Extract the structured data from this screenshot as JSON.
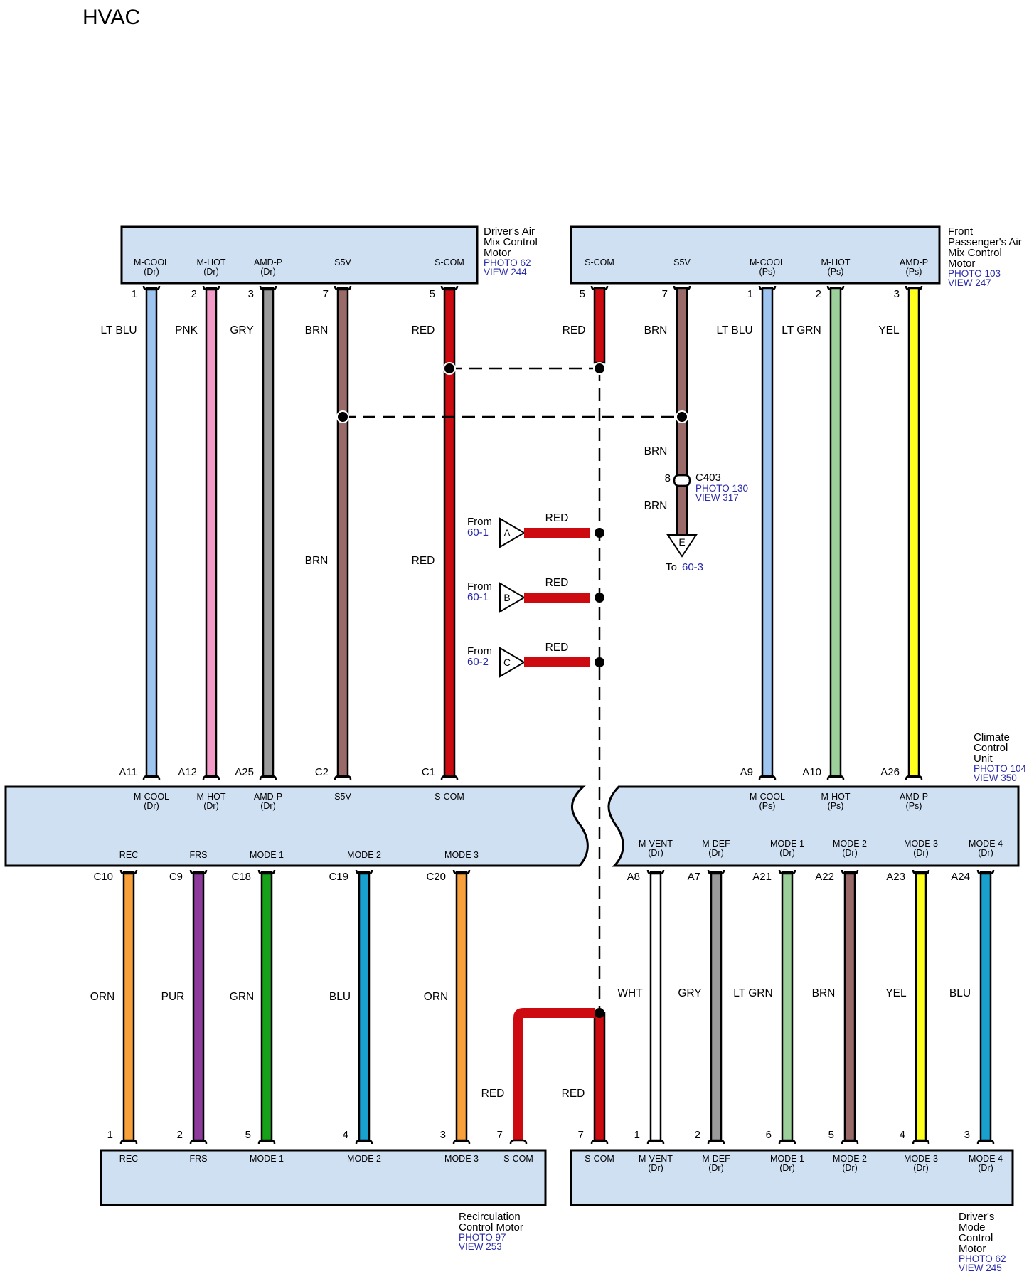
{
  "title": "HVAC",
  "colors": {
    "LT BLU": "#9ec5ef",
    "PNK": "#f39ac9",
    "GRY": "#9a9a9a",
    "BRN": "#9a6a68",
    "RED": "#cc0a10",
    "LT GRN": "#9bd09a",
    "YEL": "#ffff1e",
    "ORN": "#f7a03c",
    "PUR": "#8e3a9c",
    "GRN": "#17a01a",
    "BLU": "#1aa0cf",
    "WHT": "#ffffff"
  },
  "components": {
    "drv_air_mix": {
      "name": [
        "Driver's Air",
        "Mix Control",
        "Motor"
      ],
      "photo": "PHOTO 62",
      "view": "VIEW 244"
    },
    "ps_air_mix": {
      "name": [
        "Front",
        "Passenger's Air",
        "Mix Control",
        "Motor"
      ],
      "photo": "PHOTO 103",
      "view": "VIEW 247"
    },
    "ccu": {
      "name": [
        "Climate",
        "Control",
        "Unit"
      ],
      "photo": "PHOTO 104",
      "view": "VIEW 350"
    },
    "recirc": {
      "name": [
        "Recirculation",
        "Control Motor"
      ],
      "photo": "PHOTO 97",
      "view": "VIEW 253"
    },
    "drv_mode": {
      "name": [
        "Driver's",
        "Mode",
        "Control",
        "Motor"
      ],
      "photo": "PHOTO 62",
      "view": "VIEW 245"
    },
    "c403": {
      "name": "C403",
      "photo": "PHOTO 130",
      "view": "VIEW 317",
      "pin": "8",
      "wire_above": "BRN",
      "wire_below": "BRN"
    },
    "e_out": {
      "letter": "E",
      "text": "To",
      "ref": "60-3"
    }
  },
  "inputs": [
    {
      "from": "From",
      "ref": "60-1",
      "letter": "A",
      "color": "RED"
    },
    {
      "from": "From",
      "ref": "60-1",
      "letter": "B",
      "color": "RED"
    },
    {
      "from": "From",
      "ref": "60-2",
      "letter": "C",
      "color": "RED"
    }
  ],
  "upper_left": [
    {
      "top_label": [
        "M-COOL",
        "(Dr)"
      ],
      "top_pin": "1",
      "color": "LT BLU",
      "ccu_pin": "A11",
      "ccu_label": [
        "M-COOL",
        "(Dr)"
      ]
    },
    {
      "top_label": [
        "M-HOT",
        "(Dr)"
      ],
      "top_pin": "2",
      "color": "PNK",
      "ccu_pin": "A12",
      "ccu_label": [
        "M-HOT",
        "(Dr)"
      ]
    },
    {
      "top_label": [
        "AMD-P",
        "(Dr)"
      ],
      "top_pin": "3",
      "color": "GRY",
      "ccu_pin": "A25",
      "ccu_label": [
        "AMD-P",
        "(Dr)"
      ]
    },
    {
      "top_label": [
        "S5V"
      ],
      "top_pin": "7",
      "color": "BRN",
      "color2": "BRN",
      "ccu_pin": "C2",
      "ccu_label": [
        "S5V"
      ]
    },
    {
      "top_label": [
        "S-COM"
      ],
      "top_pin": "5",
      "color": "RED",
      "color2": "RED",
      "ccu_pin": "C1",
      "ccu_label": [
        "S-COM"
      ]
    }
  ],
  "upper_right": [
    {
      "top_label": [
        "S-COM"
      ],
      "top_pin": "5",
      "color": "RED"
    },
    {
      "top_label": [
        "S5V"
      ],
      "top_pin": "7",
      "color": "BRN"
    },
    {
      "top_label": [
        "M-COOL",
        "(Ps)"
      ],
      "top_pin": "1",
      "color": "LT BLU",
      "ccu_pin": "A9",
      "ccu_label": [
        "M-COOL",
        "(Ps)"
      ]
    },
    {
      "top_label": [
        "M-HOT",
        "(Ps)"
      ],
      "top_pin": "2",
      "color": "LT GRN",
      "ccu_pin": "A10",
      "ccu_label": [
        "M-HOT",
        "(Ps)"
      ]
    },
    {
      "top_label": [
        "AMD-P",
        "(Ps)"
      ],
      "top_pin": "3",
      "color": "YEL",
      "ccu_pin": "A26",
      "ccu_label": [
        "AMD-P",
        "(Ps)"
      ]
    }
  ],
  "lower_left": [
    {
      "ccu_label": [
        "REC"
      ],
      "ccu_pin": "C10",
      "color": "ORN",
      "bot_pin": "1",
      "bot_label": [
        "REC"
      ]
    },
    {
      "ccu_label": [
        "FRS"
      ],
      "ccu_pin": "C9",
      "color": "PUR",
      "bot_pin": "2",
      "bot_label": [
        "FRS"
      ]
    },
    {
      "ccu_label": [
        "MODE 1"
      ],
      "ccu_pin": "C18",
      "color": "GRN",
      "bot_pin": "5",
      "bot_label": [
        "MODE 1"
      ]
    },
    {
      "ccu_label": [
        "MODE 2"
      ],
      "ccu_pin": "C19",
      "color": "BLU",
      "bot_pin": "4",
      "bot_label": [
        "MODE 2"
      ]
    },
    {
      "ccu_label": [
        "MODE 3"
      ],
      "ccu_pin": "C20",
      "color": "ORN",
      "bot_pin": "3",
      "bot_label": [
        "MODE 3"
      ]
    }
  ],
  "lower_right": [
    {
      "ccu_label": [
        "M-VENT",
        "(Dr)"
      ],
      "ccu_pin": "A8",
      "color": "WHT",
      "bot_pin": "1",
      "bot_label": [
        "M-VENT",
        "(Dr)"
      ]
    },
    {
      "ccu_label": [
        "M-DEF",
        "(Dr)"
      ],
      "ccu_pin": "A7",
      "color": "GRY",
      "bot_pin": "2",
      "bot_label": [
        "M-DEF",
        "(Dr)"
      ]
    },
    {
      "ccu_label": [
        "MODE 1",
        "(Dr)"
      ],
      "ccu_pin": "A21",
      "color": "LT GRN",
      "bot_pin": "6",
      "bot_label": [
        "MODE 1",
        "(Dr)"
      ]
    },
    {
      "ccu_label": [
        "MODE 2",
        "(Dr)"
      ],
      "ccu_pin": "A22",
      "color": "BRN",
      "bot_pin": "5",
      "bot_label": [
        "MODE 2",
        "(Dr)"
      ]
    },
    {
      "ccu_label": [
        "MODE 3",
        "(Dr)"
      ],
      "ccu_pin": "A23",
      "color": "YEL",
      "bot_pin": "4",
      "bot_label": [
        "MODE 3",
        "(Dr)"
      ]
    },
    {
      "ccu_label": [
        "MODE 4",
        "(Dr)"
      ],
      "ccu_pin": "A24",
      "color": "BLU",
      "bot_pin": "3",
      "bot_label": [
        "MODE 4",
        "(Dr)"
      ]
    }
  ],
  "scom_recirc": {
    "pin": "7",
    "label": [
      "S-COM"
    ],
    "color": "RED"
  },
  "scom_mode": {
    "pin": "7",
    "label": [
      "S-COM"
    ],
    "color": "RED"
  }
}
